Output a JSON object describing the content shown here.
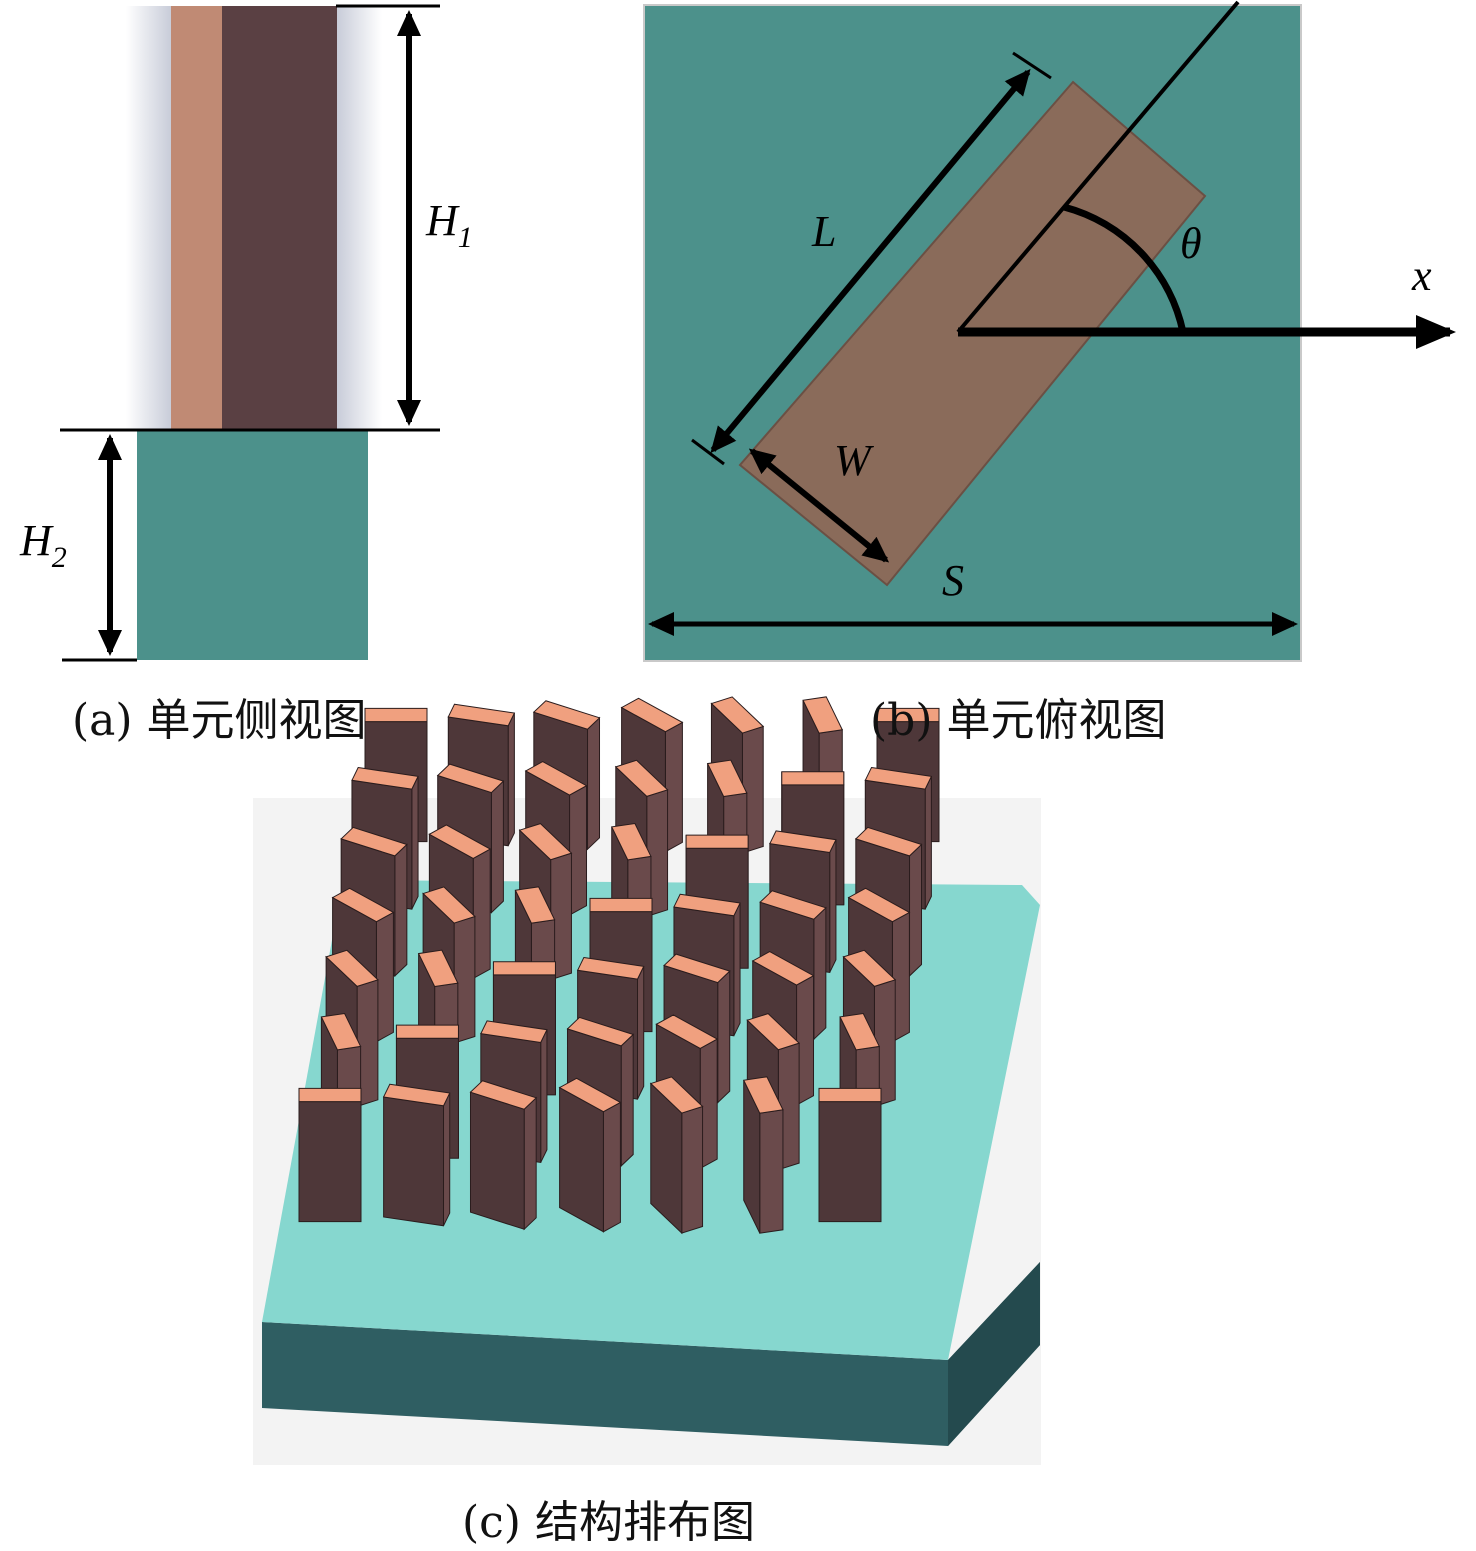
{
  "panel_a": {
    "caption": "(a) 单元侧视图",
    "label_h1": "H",
    "label_h1_sub": "1",
    "label_h2": "H",
    "label_h2_sub": "2"
  },
  "panel_b": {
    "caption": "(b) 单元俯视图",
    "label_l": "L",
    "label_w": "W",
    "label_s": "S",
    "label_theta": "θ",
    "label_x": "x"
  },
  "panel_c": {
    "caption": "(c)  结构排布图"
  },
  "colors": {
    "substrate": "#4c918b",
    "pillar_light": "#c08a74",
    "pillar_dark": "#5a4043",
    "pillar_top_view": "#8a6b5a",
    "array_substrate": "#86d7cf",
    "array_substrate_side": "#2f5e62",
    "array_pillar_top": "#f0a07f",
    "array_pillar_face": "#4e3739"
  }
}
